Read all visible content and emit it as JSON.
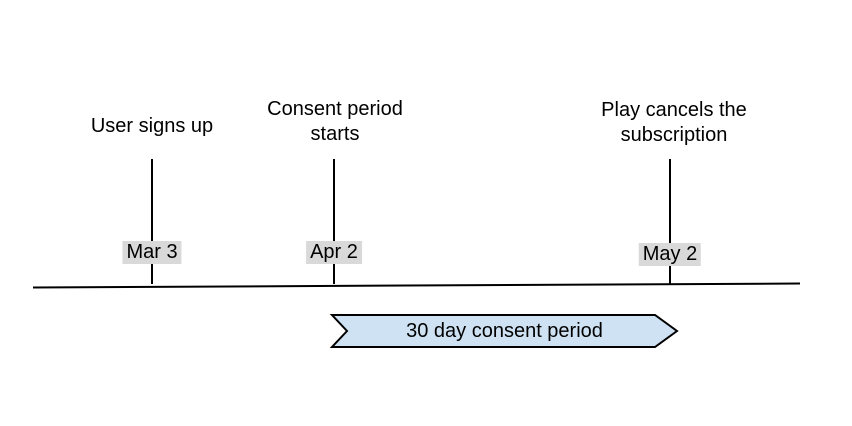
{
  "colors": {
    "background": "#ffffff",
    "line": "#000000",
    "text": "#000000",
    "date_chip_bg": "#d9d9d9",
    "banner_fill": "#cfe2f3",
    "banner_stroke": "#000000"
  },
  "events": [
    {
      "label": "User signs up",
      "date": "Mar 3"
    },
    {
      "label": "Consent period starts",
      "date": "Apr 2"
    },
    {
      "label": "Play cancels the subscription",
      "date": "May 2"
    }
  ],
  "period_banner": {
    "label": "30 day consent period",
    "fill": "#cfe2f3",
    "stroke": "#000000"
  }
}
